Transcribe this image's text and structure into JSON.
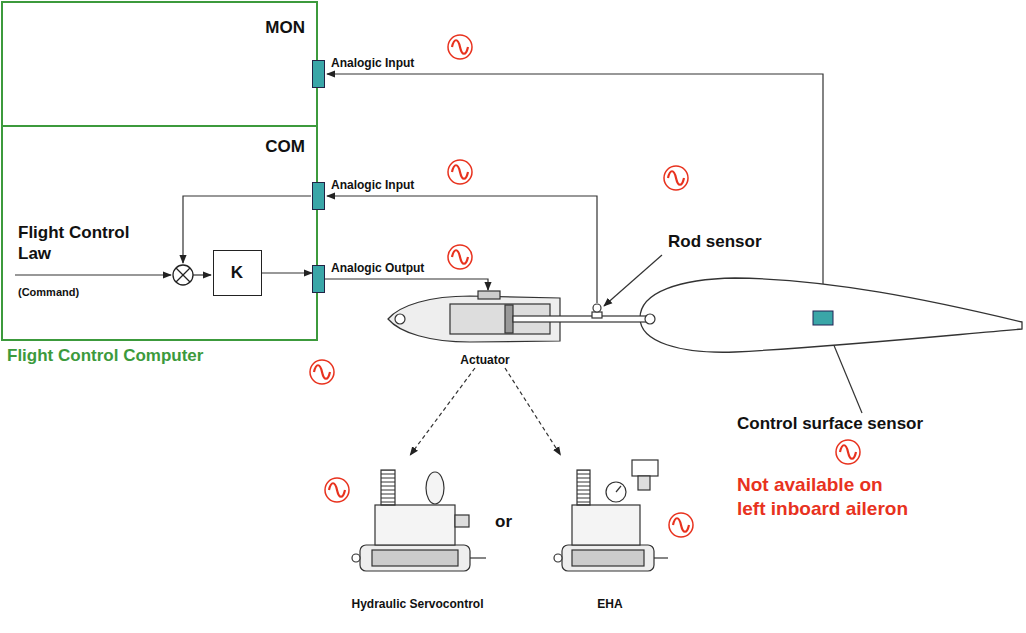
{
  "diagram": {
    "nodes": [
      {
        "text": [
          "Flight Control Computer"
        ]
      },
      {
        "text": [
          "MON"
        ],
        "in": 0
      },
      {
        "text": [
          "COM"
        ],
        "in": 0
      },
      {
        "text": [
          "Analogic Input"
        ],
        "in": 1
      },
      {
        "text": [
          "Analogic Input"
        ],
        "in": 2
      },
      {
        "text": [
          "K"
        ],
        "in": 2
      },
      {
        "text": [
          "Analogic Output"
        ],
        "in": 2
      },
      {
        "text": [
          "Actuator"
        ]
      },
      {
        "text": [
          "Hydraulic Servocontrol"
        ]
      },
      {
        "text": [
          "EHA"
        ]
      }
    ],
    "edges": [
      {
        "from": 5,
        "to": 6,
        "arrow": "to"
      },
      {
        "from": 6,
        "to": 7,
        "arrow": "to"
      },
      {
        "from": 7,
        "to": 8,
        "arrow": "to"
      },
      {
        "from": 7,
        "to": 9,
        "arrow": "to"
      }
    ],
    "labels": [
      "Flight Control Law",
      "(Command)",
      "Rod sensor",
      "Control surface sensor",
      "Not available on left inboard aileron",
      "or"
    ]
  }
}
